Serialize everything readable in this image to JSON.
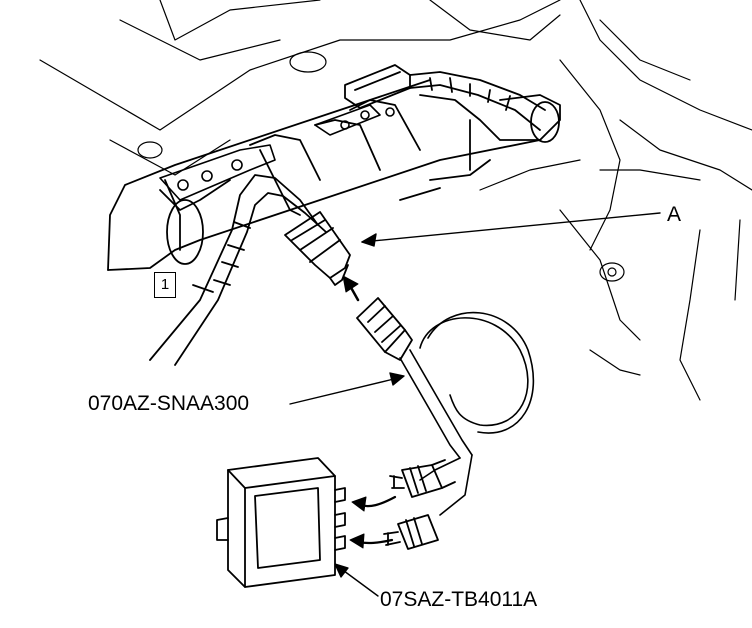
{
  "labels": {
    "callout_a": "A",
    "tool_harness": "070AZ-SNAA300",
    "tool_box": "07SAZ-TB4011A",
    "step": "1"
  },
  "colors": {
    "line": "#000000",
    "background": "#ffffff"
  }
}
